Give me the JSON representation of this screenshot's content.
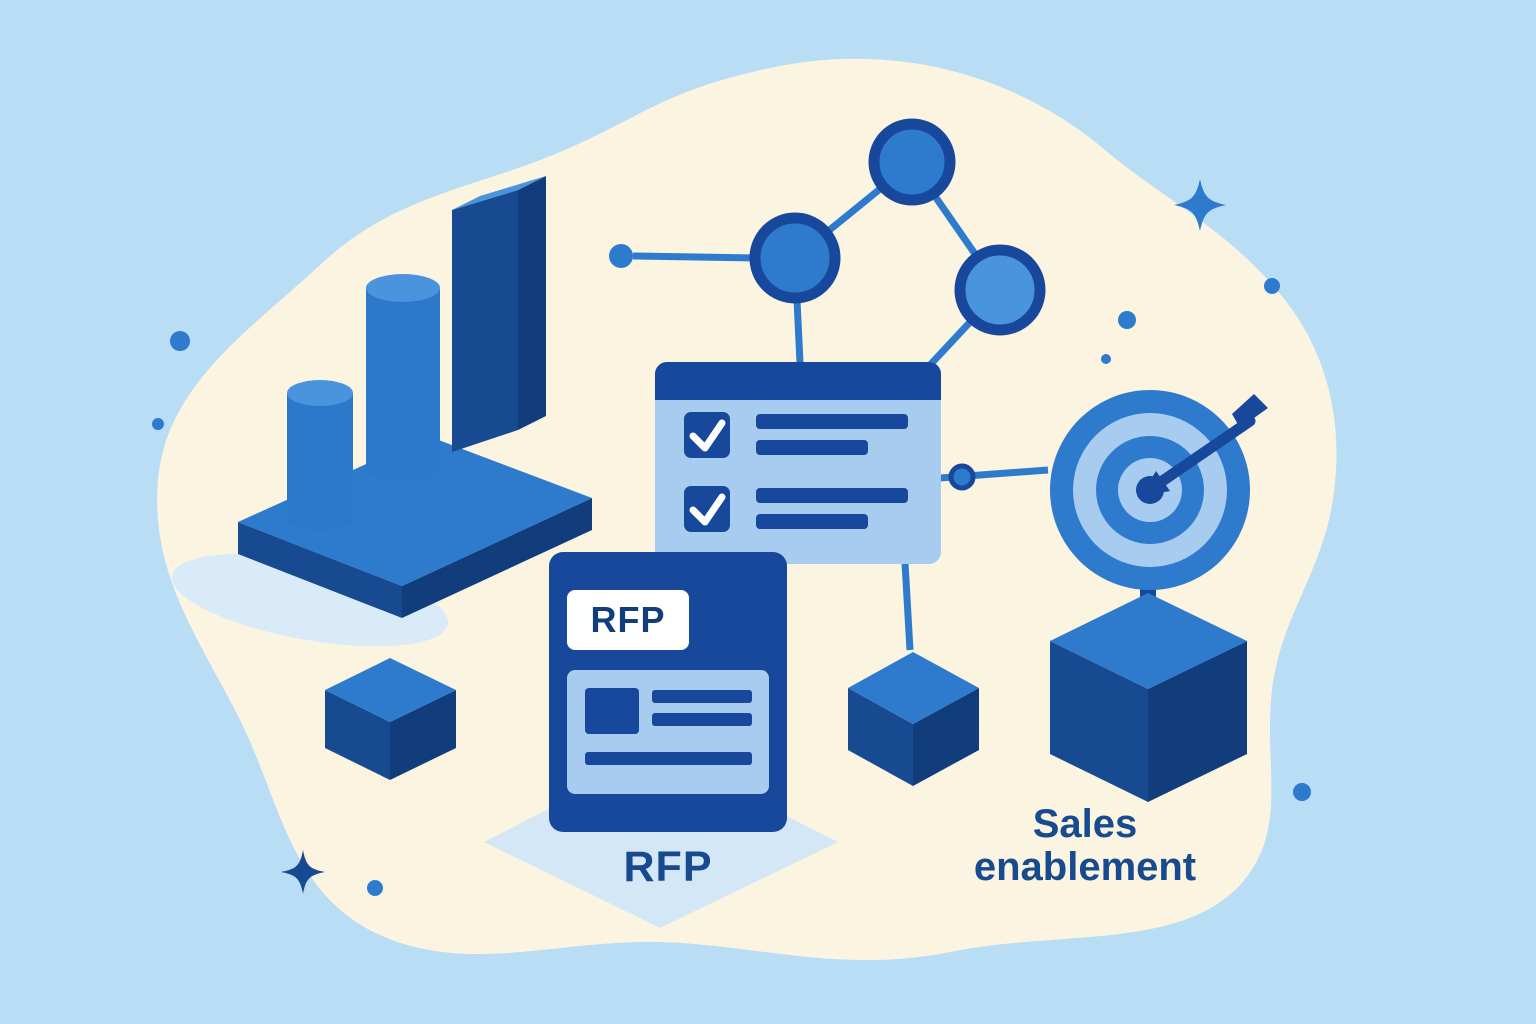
{
  "document": {
    "label": "RFP",
    "caption": "RFP"
  },
  "captions": {
    "sales_line1": "Sales",
    "sales_line2": "enablement"
  },
  "palette": {
    "background": "#b8ddf4",
    "blob": "#fbf4e1",
    "dark_navy": "#17489c",
    "navy_deep": "#123d7d",
    "mid_blue": "#2e7bce",
    "bright_blue": "#4a94de",
    "light_blue": "#a8ccf0",
    "shadow_blue": "#d4e7f7",
    "white": "#ffffff",
    "text_navy": "#174a8f"
  },
  "icons": {
    "bar_chart": "bar-chart-icon",
    "network": "network-diagram-icon",
    "checklist": "checklist-card-icon",
    "rfp_document": "rfp-document-icon",
    "cube": "cube-icon",
    "target": "target-icon",
    "dart": "dart-icon",
    "sparkle": "sparkle-icon",
    "dot": "dot-icon"
  }
}
